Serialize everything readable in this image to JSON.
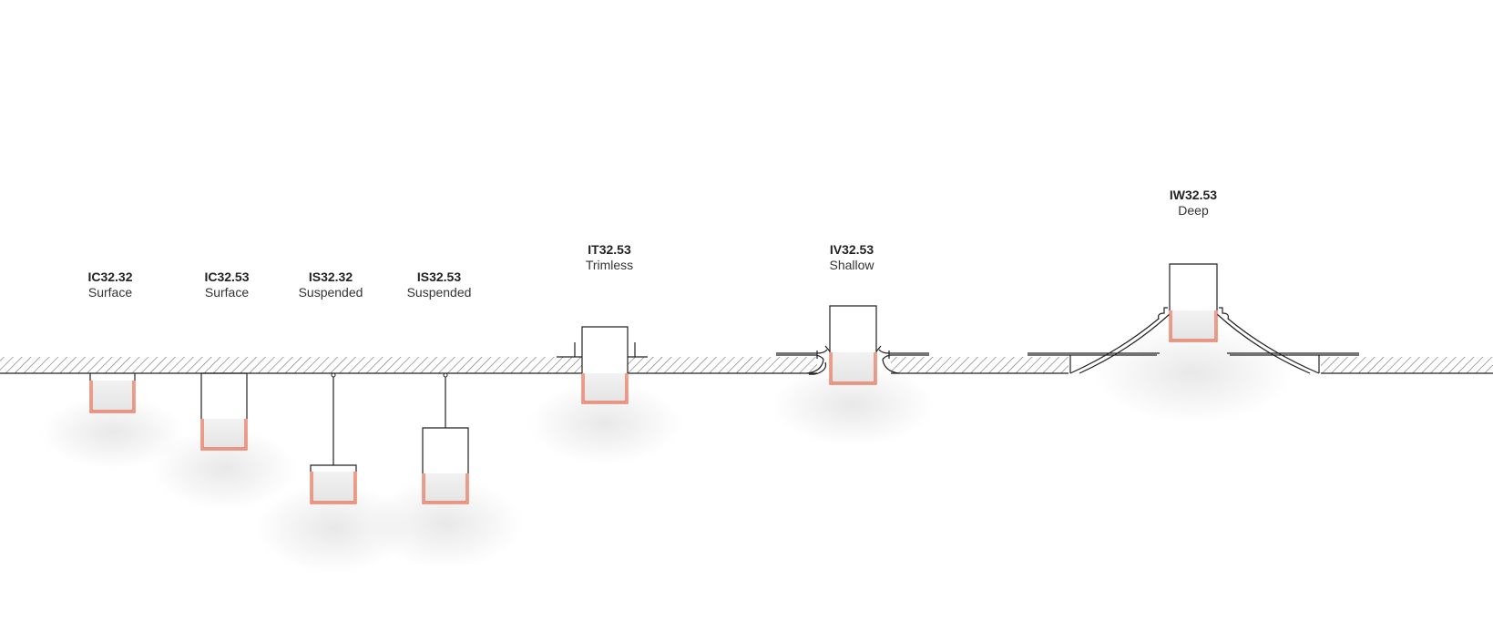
{
  "colors": {
    "accent": "#e8674a",
    "line": "#222222",
    "hatch": "#777777"
  },
  "fixtures": [
    {
      "code": "IC32.32",
      "type": "Surface"
    },
    {
      "code": "IC32.53",
      "type": "Surface"
    },
    {
      "code": "IS32.32",
      "type": "Suspended"
    },
    {
      "code": "IS32.53",
      "type": "Suspended"
    },
    {
      "code": "IT32.53",
      "type": "Trimless"
    },
    {
      "code": "IV32.53",
      "type": "Shallow"
    },
    {
      "code": "IW32.53",
      "type": "Deep"
    }
  ]
}
